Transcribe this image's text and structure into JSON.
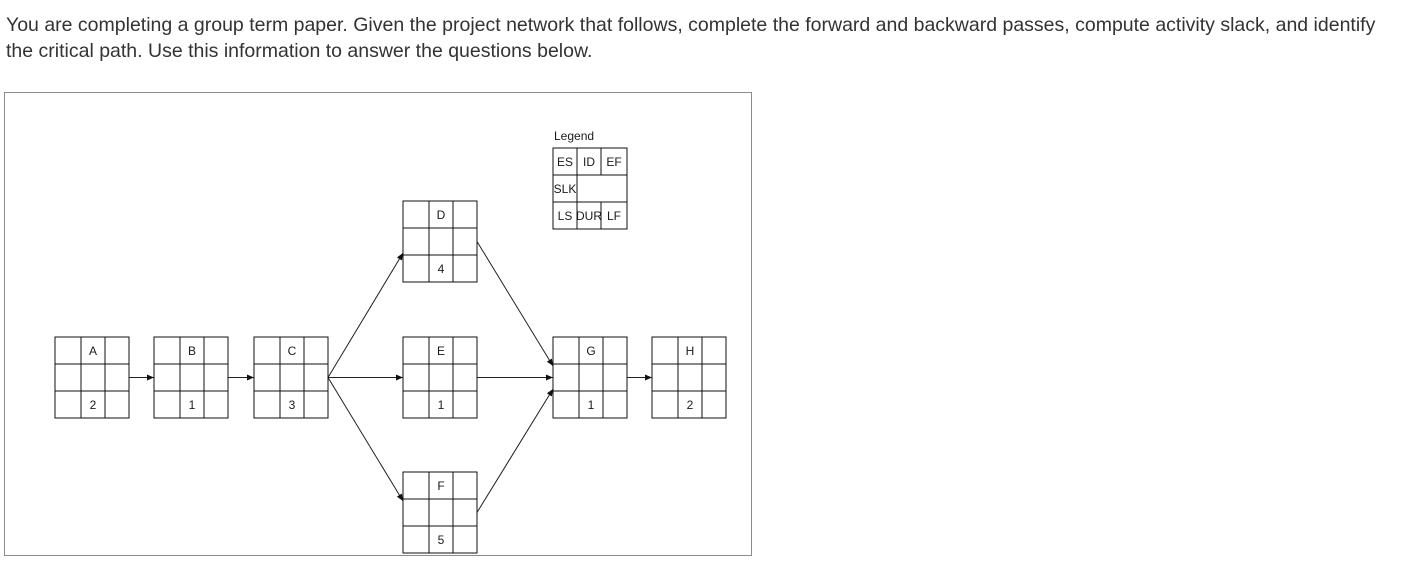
{
  "question": {
    "prompt": "You are completing a group term paper. Given the project network that follows, complete the forward and backward passes, compute activity slack, and identify the critical path. Use this information to answer the questions below."
  },
  "diagram": {
    "legend": {
      "title": "Legend",
      "cells": [
        "ES",
        "ID",
        "EF",
        "SLK",
        "",
        "",
        "LS",
        "DUR",
        "LF"
      ]
    },
    "activities": [
      {
        "id": "A",
        "duration": "2"
      },
      {
        "id": "B",
        "duration": "1"
      },
      {
        "id": "C",
        "duration": "3"
      },
      {
        "id": "D",
        "duration": "4"
      },
      {
        "id": "E",
        "duration": "1"
      },
      {
        "id": "F",
        "duration": "5"
      },
      {
        "id": "G",
        "duration": "1"
      },
      {
        "id": "H",
        "duration": "2"
      }
    ],
    "dependencies": [
      [
        "A",
        "B"
      ],
      [
        "B",
        "C"
      ],
      [
        "C",
        "D"
      ],
      [
        "C",
        "E"
      ],
      [
        "C",
        "F"
      ],
      [
        "D",
        "G"
      ],
      [
        "E",
        "G"
      ],
      [
        "F",
        "G"
      ],
      [
        "G",
        "H"
      ]
    ]
  }
}
